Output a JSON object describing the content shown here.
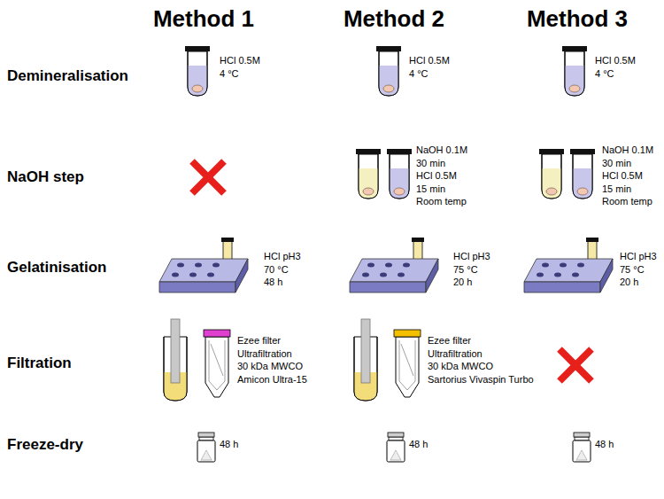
{
  "diagram": {
    "labels": [
      "Method 1",
      "Method 2",
      "Method 3",
      "Demineralisation",
      "HCl 0.5M",
      "4 °C",
      "HCl 0.5M",
      "4 °C",
      "HCl 0.5M",
      "4 °C",
      "NaOH step",
      "NaOH 0.1M",
      "30 min",
      "HCl 0.5M",
      "15 min",
      "Room temp",
      "NaOH 0.1M",
      "30 min",
      "HCl 0.5M",
      "15 min",
      "Room temp",
      "Gelatinisation",
      "HCl pH3",
      "70 °C",
      "48 h",
      "HCl pH3",
      "75 °C",
      "20 h",
      "HCl pH3",
      "75 °C",
      "20 h",
      "Filtration",
      "Ezee filter",
      "Ultrafiltration",
      "30 kDa MWCO",
      "Amicon Ultra-15",
      "Ezee filter",
      "Ultrafiltration",
      "30 kDa MWCO",
      "Sartorius Vivaspin Turbo",
      "Freeze-dry",
      "48 h",
      "48 h",
      "48 h"
    ]
  }
}
